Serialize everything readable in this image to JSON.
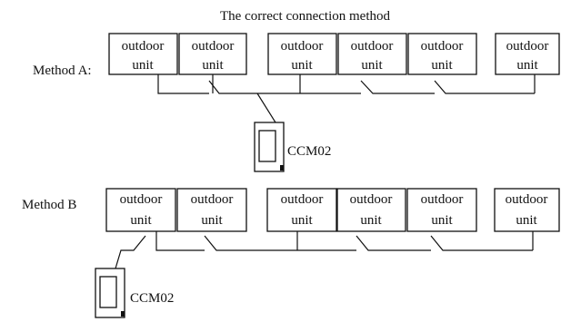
{
  "title": "The correct connection method",
  "colors": {
    "line": "#111111",
    "background": "#ffffff"
  },
  "methods": [
    {
      "label": "Method A:",
      "controller": "CCM02",
      "units": [
        {
          "line1": "outdoor",
          "line2": "unit"
        },
        {
          "line1": "outdoor",
          "line2": "unit"
        },
        {
          "line1": "outdoor",
          "line2": "unit"
        },
        {
          "line1": "outdoor",
          "line2": "unit"
        },
        {
          "line1": "outdoor",
          "line2": "unit"
        },
        {
          "line1": "outdoor",
          "line2": "unit"
        }
      ]
    },
    {
      "label": "Method B",
      "controller": "CCM02",
      "units": [
        {
          "line1": "outdoor",
          "line2": "unit"
        },
        {
          "line1": "outdoor",
          "line2": "unit"
        },
        {
          "line1": "outdoor",
          "line2": "unit"
        },
        {
          "line1": "outdoor",
          "line2": "unit"
        },
        {
          "line1": "outdoor",
          "line2": "unit"
        },
        {
          "line1": "outdoor",
          "line2": "unit"
        }
      ]
    }
  ]
}
